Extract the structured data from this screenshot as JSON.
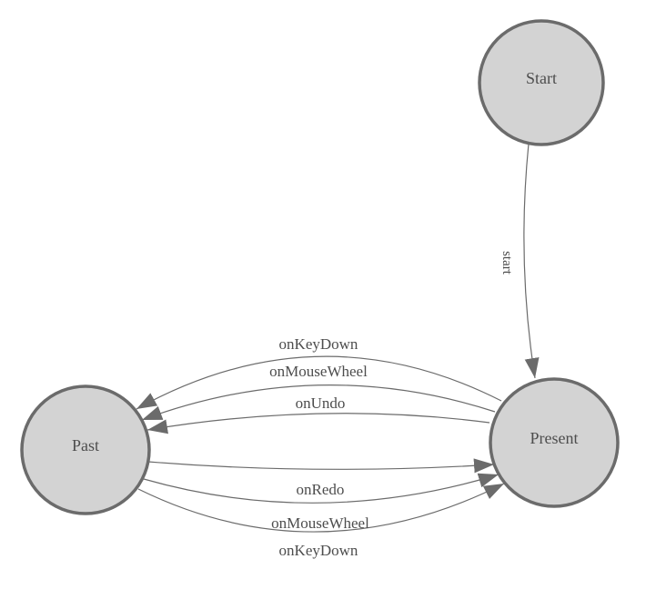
{
  "diagram": {
    "type": "state-machine",
    "background_color": "#ffffff",
    "colors": {
      "node_fill": "#d3d3d3",
      "node_border": "#6b6b6b",
      "edge_stroke": "#6b6b6b",
      "arrowhead_fill": "#6b6b6b",
      "label_text": "#4d4d4d"
    },
    "nodes": [
      {
        "id": "start",
        "label": "Start"
      },
      {
        "id": "present",
        "label": "Present"
      },
      {
        "id": "past",
        "label": "Past"
      }
    ],
    "edges": [
      {
        "from": "Start",
        "to": "Present",
        "label": "start"
      },
      {
        "from": "Present",
        "to": "Past",
        "label": "onKeyDown"
      },
      {
        "from": "Present",
        "to": "Past",
        "label": "onMouseWheel"
      },
      {
        "from": "Present",
        "to": "Past",
        "label": "onUndo"
      },
      {
        "from": "Past",
        "to": "Present",
        "label": "onRedo"
      },
      {
        "from": "Past",
        "to": "Present",
        "label": "onMouseWheel"
      },
      {
        "from": "Past",
        "to": "Present",
        "label": "onKeyDown"
      }
    ]
  }
}
